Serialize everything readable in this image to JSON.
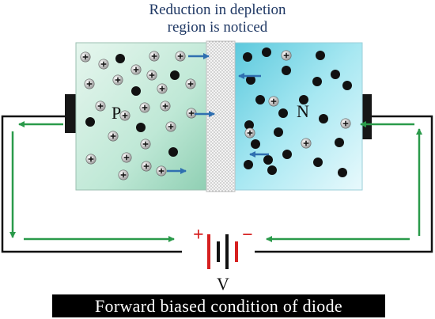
{
  "labels": {
    "title_line1": "Reduction in depletion",
    "title_line2": "region is noticed",
    "p_region": "P",
    "n_region": "N",
    "voltage": "V",
    "plus_sign": "+",
    "minus_sign": "−",
    "caption": "Forward biased condition of diode"
  },
  "colors": {
    "p_region_fill": "#bfe8d6",
    "n_region_fill": "#a8e8f2",
    "depletion_fill": "#f2f2f2",
    "wire": "#111111",
    "current_arrow": "#2a9a4a",
    "carrier_arrow": "#2f6fb0",
    "battery_terminal": "#d62020",
    "electron": "#111111",
    "hole": "#e8e8e8"
  },
  "icons": {
    "hole": "plus-circle-icon",
    "electron": "filled-circle-icon",
    "battery": "battery-symbol-icon"
  }
}
